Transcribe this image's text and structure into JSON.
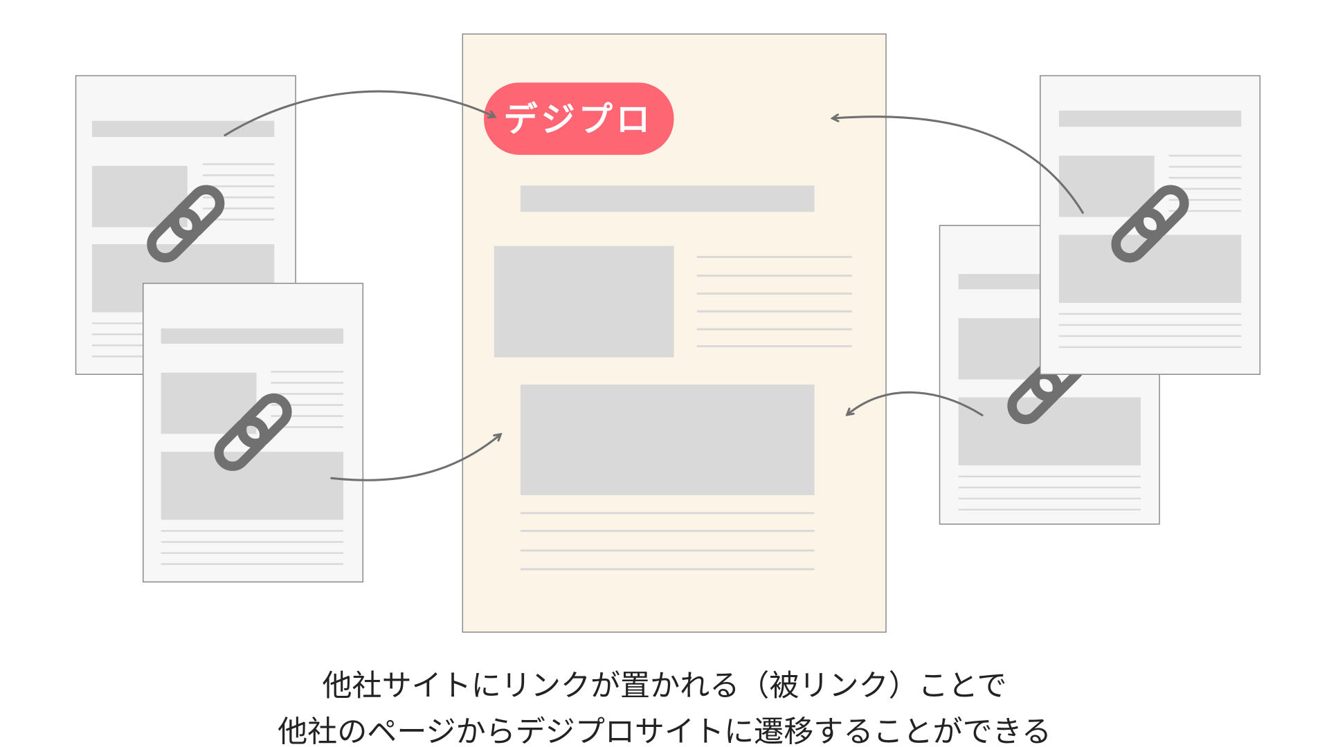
{
  "logo": {
    "text": "デジプロ",
    "color": "#ff6673"
  },
  "caption": {
    "line1": "他社サイトにリンクが置かれる（被リンク）ことで",
    "line2": "他社のページからデジプロサイトに遷移することができる"
  },
  "colors": {
    "main_page": "#fcf4e6",
    "other_page": "#f6f7f6",
    "placeholder": "#d9d9d9",
    "arrow": "#707070"
  },
  "icons": [
    "link-icon",
    "arrow-icon"
  ]
}
